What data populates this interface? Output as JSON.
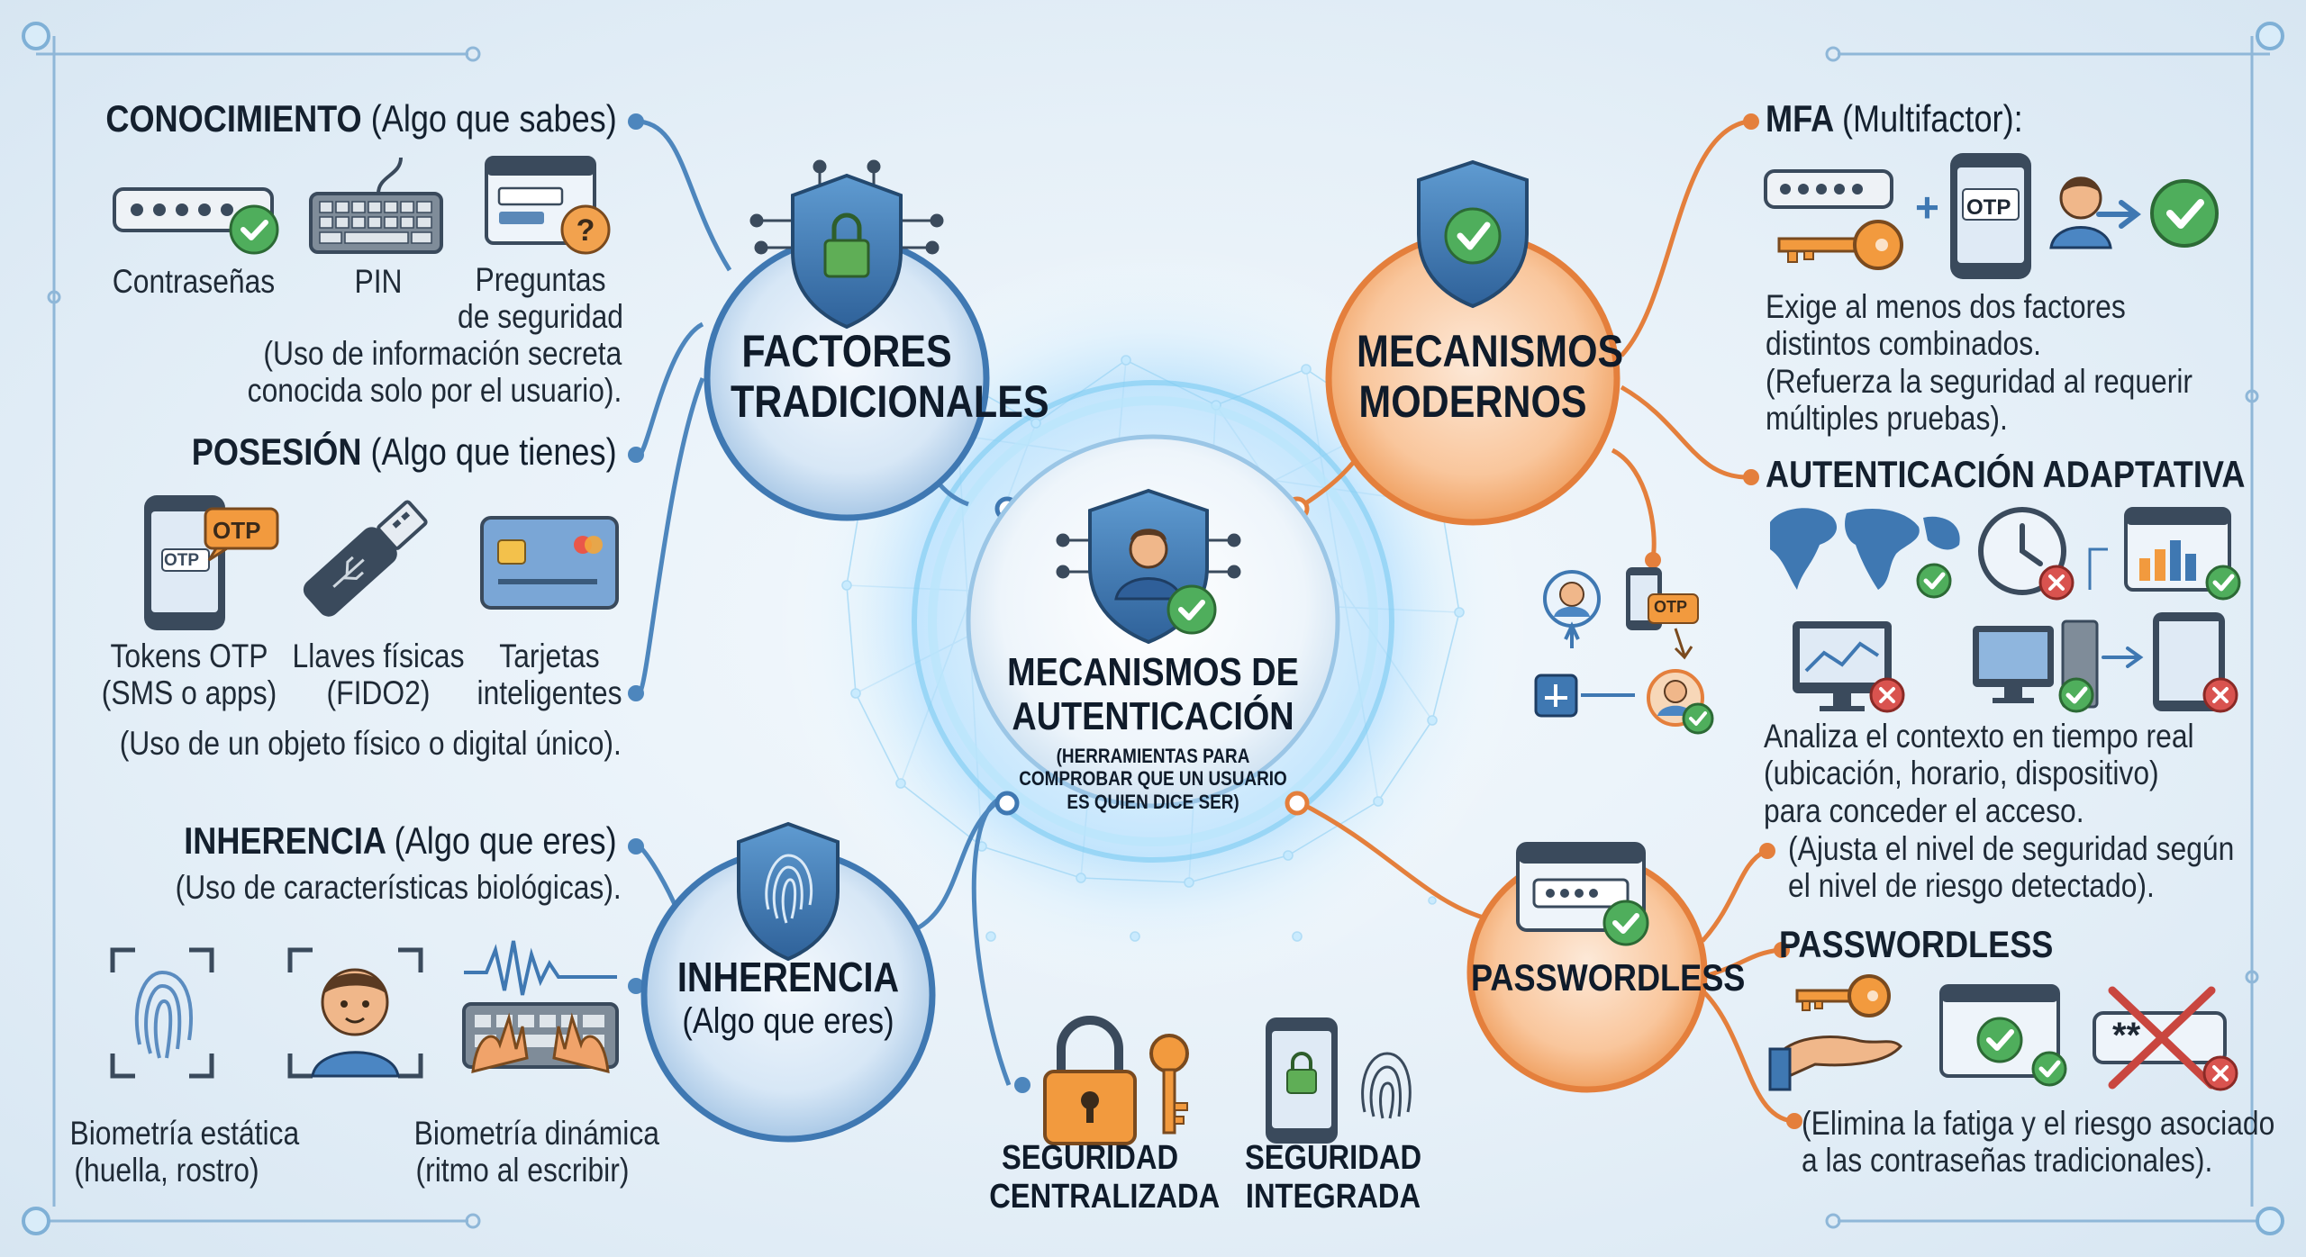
{
  "center": {
    "title_line1": "MECANISMOS DE",
    "title_line2": "AUTENTICACIÓN",
    "subtitle_line1": "(HERRAMIENTAS PARA",
    "subtitle_line2": "COMPROBAR QUE UN USUARIO",
    "subtitle_line3": "ES QUIEN DICE SER)"
  },
  "nodes": {
    "traditional": {
      "line1": "FACTORES",
      "line2": "TRADICIONALES"
    },
    "inherence": {
      "line1": "INHERENCIA",
      "line2": "(Algo que eres)"
    },
    "modern": {
      "line1": "MECANISMOS",
      "line2": "MODERNOS"
    },
    "passwordless": {
      "label": "PASSWORDLESS"
    }
  },
  "knowledge": {
    "title": "CONOCIMIENTO",
    "title_suffix": "(Algo que sabes)",
    "items": [
      "Contraseñas",
      "PIN",
      "Preguntas",
      "de seguridad"
    ],
    "desc_line1": "(Uso de información secreta",
    "desc_line2": "conocida solo por el usuario)."
  },
  "possession": {
    "title": "POSESIÓN",
    "title_suffix": "(Algo que tienes)",
    "items": [
      "Tokens OTP",
      "(SMS o apps)",
      "Llaves físicas",
      "(FIDO2)",
      "Tarjetas",
      "inteligentes"
    ],
    "desc": "(Uso de un objeto físico o digital único).",
    "otp_badge": "OTP",
    "otp_screen": "OTP"
  },
  "inherence_detail": {
    "title": "INHERENCIA",
    "title_suffix": "(Algo que eres)",
    "desc": "(Uso de características biológicas).",
    "items": [
      "Biometría estática",
      "(huella, rostro)",
      "Biometría dinámica",
      "(ritmo al escribir)"
    ]
  },
  "bottom": {
    "centralized_line1": "SEGURIDAD",
    "centralized_line2": "CENTRALIZADA",
    "integrated_line1": "SEGURIDAD",
    "integrated_line2": "INTEGRADA"
  },
  "mfa": {
    "title": "MFA",
    "title_suffix": "(Multifactor):",
    "otp_label": "OTP",
    "plus": "+",
    "desc_line1": "Exige al menos dos factores",
    "desc_line2": "distintos combinados.",
    "desc_line3": "(Refuerza la seguridad al requerir",
    "desc_line4": "múltiples pruebas)."
  },
  "adaptive": {
    "title": "AUTENTICACIÓN ADAPTATIVA",
    "desc_line1": "Analiza el contexto en tiempo real",
    "desc_line2": "(ubicación, horario, dispositivo)",
    "desc_line3": "para conceder el acceso.",
    "desc_line4": "(Ajusta el nivel de seguridad según",
    "desc_line5": "el nivel de riesgo detectado).",
    "otp_bubble": "OTP"
  },
  "passwordless_detail": {
    "title": "PASSWORDLESS",
    "masked": "**",
    "desc_line1": "(Elimina la fatiga y el riesgo asociado",
    "desc_line2": "a las contraseñas tradicionales)."
  },
  "colors": {
    "blue": "#4d86bd",
    "orange": "#e47f3c",
    "check_green": "#3fa45b",
    "cross_red": "#d9534f",
    "shield_blue": "#3f78b2"
  }
}
